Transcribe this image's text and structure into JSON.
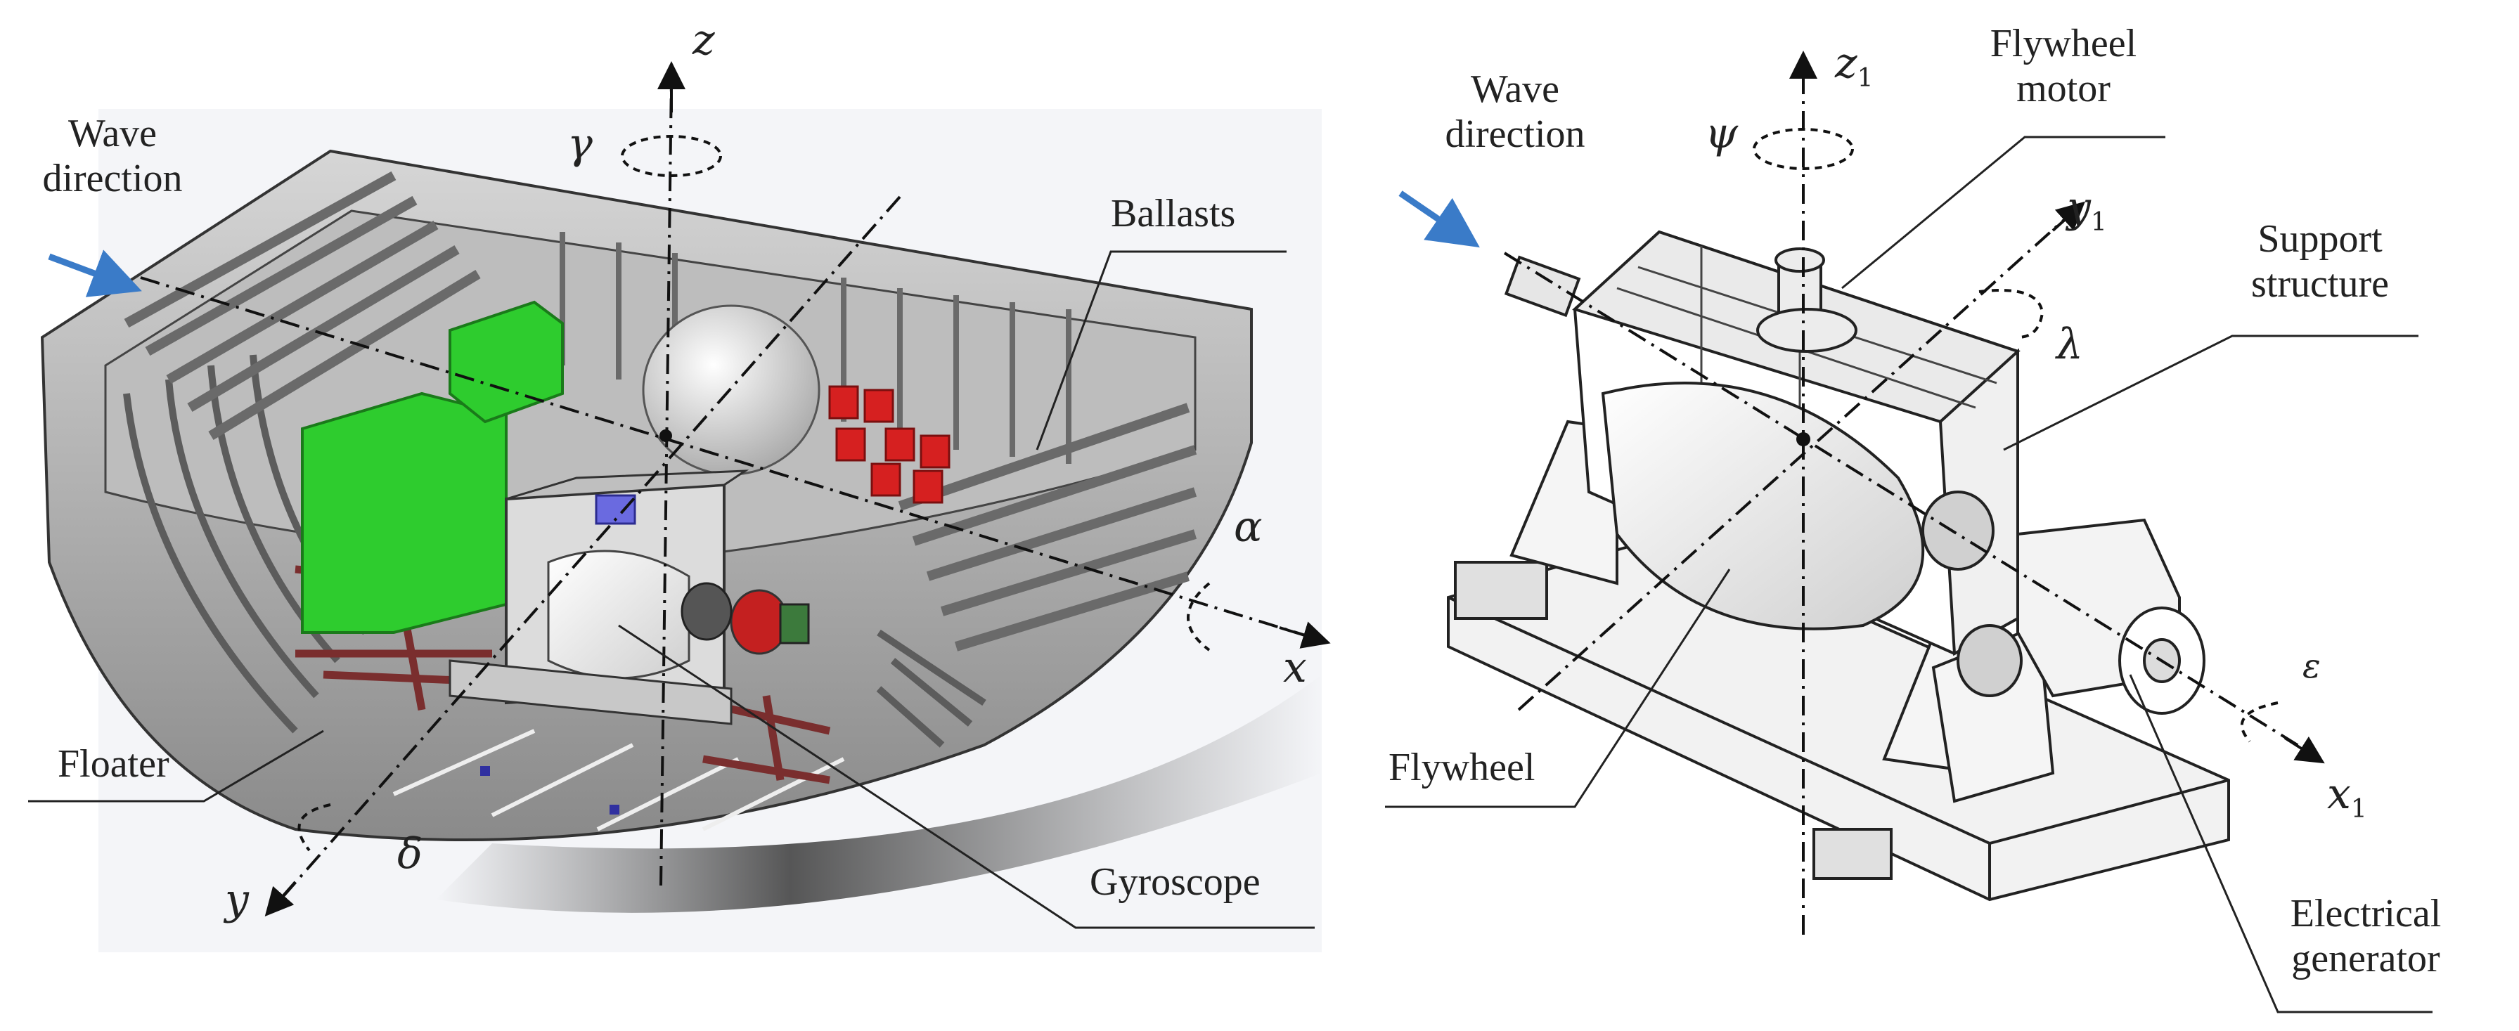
{
  "left_panel": {
    "labels": {
      "wave_direction_line1": "Wave",
      "wave_direction_line2": "direction",
      "ballasts": "Ballasts",
      "floater": "Floater",
      "gyroscope": "Gyroscope"
    },
    "axes": {
      "z": "z",
      "x": "x",
      "y": "y"
    },
    "rotations": {
      "gamma": "γ",
      "alpha": "α",
      "delta": "δ"
    }
  },
  "right_panel": {
    "labels": {
      "wave_direction_line1": "Wave",
      "wave_direction_line2": "direction",
      "flywheel_motor_line1": "Flywheel",
      "flywheel_motor_line2": "motor",
      "support_structure_line1": "Support",
      "support_structure_line2": "structure",
      "flywheel": "Flywheel",
      "electrical_generator_line1": "Electrical",
      "electrical_generator_line2": "generator"
    },
    "axes": {
      "z1": "z",
      "y1": "y",
      "x1": "x",
      "subscript": "1"
    },
    "rotations": {
      "psi": "ψ",
      "lambda": "λ",
      "epsilon": "ε"
    }
  },
  "colors": {
    "wave_arrow": "#3a7bc8",
    "floater_green": "#2ecc2e",
    "ballast_red": "#d62020",
    "hull_grey": "#9a9a9a",
    "hull_dark": "#5c5c5c",
    "bracing_brown": "#7a2e2e",
    "gyro_purple": "#6a6ae0"
  },
  "icons": [
    "wave-direction-arrow-icon",
    "rotation-arrow-icon",
    "axis-arrow-icon"
  ]
}
